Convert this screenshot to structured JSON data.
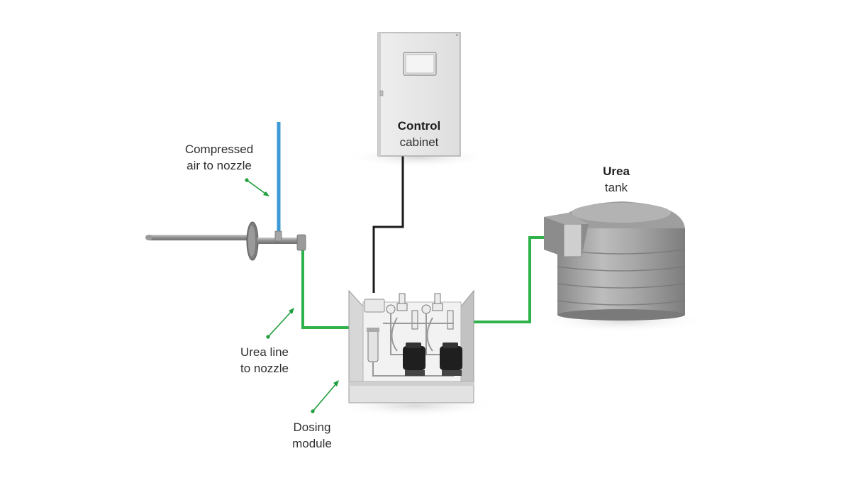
{
  "colors": {
    "air_line": "#3d9ad6",
    "urea_line": "#2fb24a",
    "signal_cable": "#1a1a1a",
    "pointer": "#1f9e3c",
    "equipment_light": "#ececec",
    "equipment_dark": "#8f8f8f"
  },
  "labels": {
    "control_cabinet": {
      "title": "Control",
      "subtitle": "cabinet"
    },
    "urea_tank": {
      "title": "Urea",
      "subtitle": "tank"
    },
    "compressed_air": {
      "line1": "Compressed",
      "line2": "air to nozzle"
    },
    "urea_line": {
      "line1": "Urea line",
      "line2": "to nozzle"
    },
    "dosing_module": {
      "line1": "Dosing",
      "line2": "module"
    }
  }
}
